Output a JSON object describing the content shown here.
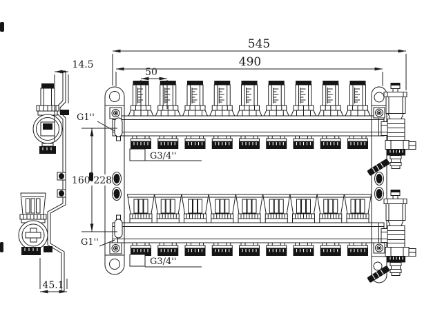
{
  "drawing": {
    "dimensions": {
      "overall_length": "545",
      "mounting_width": "490",
      "port_spacing": "50",
      "bracket_offset": "14.5",
      "overall_depth": "45.1",
      "bar_spacing_range": "160-228"
    },
    "labels": {
      "main_port_top": "G1''",
      "main_port_bottom": "G1''",
      "branch_thread_top": "G3/4''",
      "branch_thread_bottom": "G3/4''"
    },
    "components": {
      "circuit_count": 9
    },
    "colors": {
      "line": "#1c1c1c",
      "background": "#ffffff",
      "fill_dark": "#141414"
    }
  }
}
